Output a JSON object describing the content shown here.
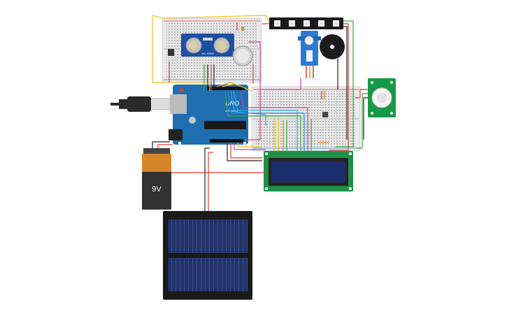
{
  "canvas": {
    "background": "#ffffff"
  },
  "components": {
    "arduino": {
      "brand": "ARDUINO",
      "model": "UNO",
      "color": "#1f6fb0"
    },
    "battery": {
      "label": "9V",
      "body_color": "#333333",
      "cap_color": "#d4852a"
    },
    "ultrasonic_sensor": {
      "label": "HC-SR04",
      "color": "#1d4fa3"
    },
    "lcd": {
      "board_color": "#1f8f4a",
      "screen_color": "#1b2f6e"
    },
    "pir_sensor": {
      "board_color": "#179a45"
    },
    "solar_panel": {
      "cell_color": "#22346b",
      "frame_color": "#1a1a1a"
    },
    "buzzer": {
      "color": "#1c1c1c"
    },
    "servo": {
      "color": "#2b7bd6"
    },
    "led_strip": {
      "color": "#1a1a1a"
    },
    "usb_cable": {
      "color": "#2a2a2a"
    }
  },
  "wire_colors": {
    "red": "#e23b2e",
    "black": "#222222",
    "yellow": "#e8c21a",
    "orange": "#f08a1d",
    "green": "#38a537",
    "blue": "#2f7fe0",
    "cyan": "#22b5d8",
    "magenta": "#d4409a"
  }
}
